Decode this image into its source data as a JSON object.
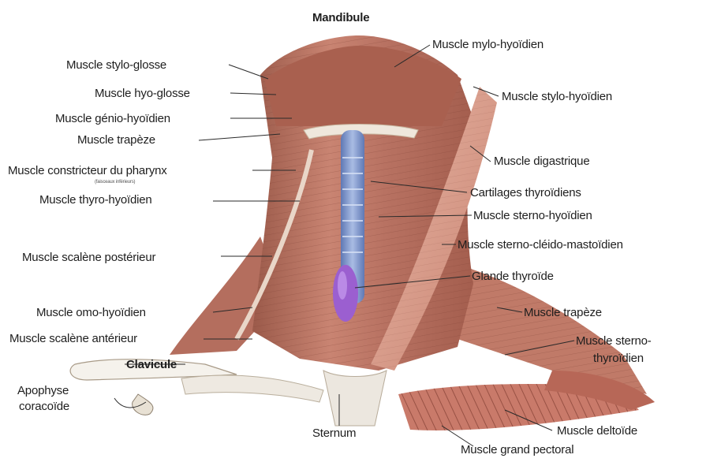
{
  "labels": {
    "mandibule": "Mandibule",
    "mylo_hyoidien": "Muscle mylo-hyoïdien",
    "stylo_glosse": "Muscle stylo-glosse",
    "hyo_glosse": "Muscle hyo-glosse",
    "stylo_hyoidien": "Muscle stylo-hyoïdien",
    "genio_hyoidien": "Muscle génio-hyoïdien",
    "trapeze_top": "Muscle trapèze",
    "digastrique": "Muscle digastrique",
    "constricteur": "Muscle constricteur du pharynx",
    "constricteur_note": "(faisceaux inférieurs)",
    "cartilages": "Cartilages thyroïdiens",
    "thyro_hyoidien": "Muscle thyro-hyoïdien",
    "sterno_hyoidien": "Muscle sterno-hyoïdien",
    "scm": "Muscle sterno-cléido-mastoïdien",
    "scalene_post": "Muscle scalène postérieur",
    "glande": "Glande thyroïde",
    "omo_hyoidien": "Muscle omo-hyoïdien",
    "trapeze_right": "Muscle trapèze",
    "scalene_ant": "Muscle scalène antérieur",
    "sterno_thyroidien_1": "Muscle sterno-",
    "sterno_thyroidien_2": "thyroïdien",
    "clavicule": "Clavicule",
    "apophyse_1": "Apophyse",
    "apophyse_2": "coracoïde",
    "sternum": "Sternum",
    "deltoide": "Muscle deltoïde",
    "grand_pectoral": "Muscle grand pectoral"
  },
  "colors": {
    "muscle": "#c98472",
    "muscle_dark": "#8c4a3b",
    "muscle_light": "#e8b2a0",
    "trachea": "#7a92c8",
    "thyroid": "#9b5fd0",
    "bone": "#f2efe9",
    "leader": "#2a2a2a"
  }
}
